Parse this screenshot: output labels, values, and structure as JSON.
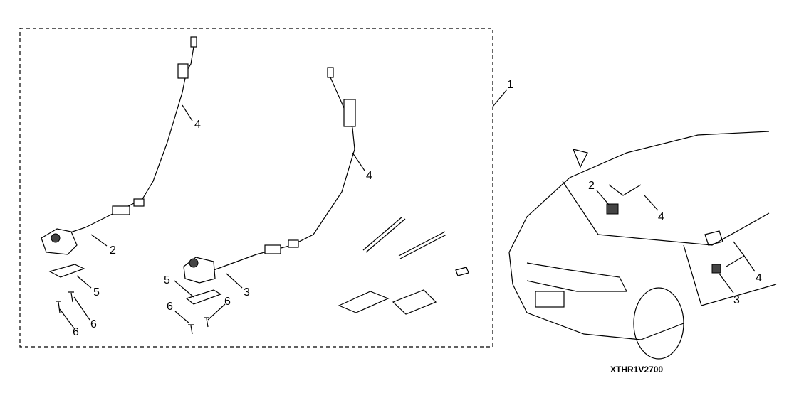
{
  "diagram_code": "XTHR1V2700",
  "callouts": {
    "kit": "1",
    "left_camera": "2",
    "right_camera": "3",
    "left_harness": "4",
    "right_harness": "4",
    "left_gasket": "5",
    "right_gasket": "5",
    "screw_a": "6",
    "screw_b": "6",
    "screw_c": "6",
    "screw_d": "6",
    "car_left_camera": "2",
    "car_left_harness": "4",
    "car_right_harness": "4",
    "car_right_camera": "3"
  }
}
